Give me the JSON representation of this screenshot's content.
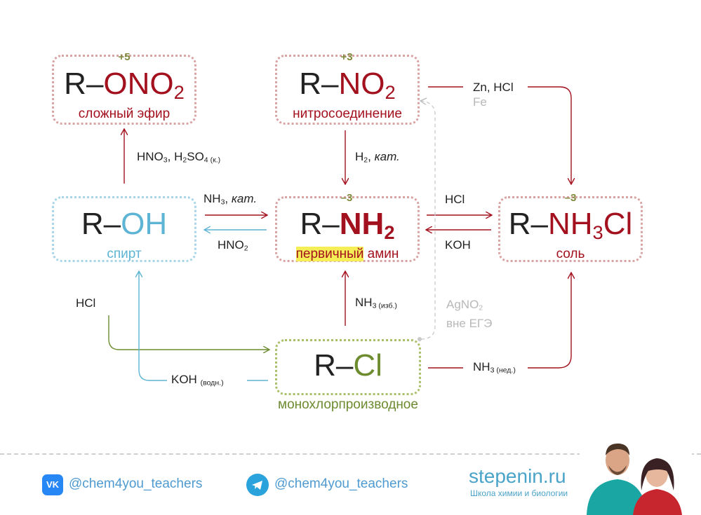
{
  "nodes": {
    "ester": {
      "ox": "+5",
      "prefix": "R–",
      "main": "ONO",
      "sub": "2",
      "caption": "сложный эфир"
    },
    "nitro": {
      "ox": "+3",
      "prefix": "R–",
      "main": "NO",
      "sub": "2",
      "caption": "нитросоединение"
    },
    "alcohol": {
      "prefix": "R–",
      "main": "OH",
      "caption": "спирт"
    },
    "amine": {
      "ox": "–3",
      "prefix": "R–",
      "main": "NH",
      "sub": "2",
      "caption_hl": "первичный",
      "caption_rest": " амин"
    },
    "salt": {
      "ox": "–3",
      "prefix": "R–",
      "main": "NH",
      "sub": "3",
      "main2": "Cl",
      "caption": "соль"
    },
    "chloride": {
      "prefix": "R–",
      "main": "Cl",
      "caption": "монохлорпроизводное"
    }
  },
  "reagents": {
    "alcohol_to_ester": {
      "a": "HNO",
      "a_sub": "3",
      "b": ", H",
      "b_sub": "2",
      "c": "SO",
      "c_sub": "4 (к.)"
    },
    "nitro_to_amine": {
      "a": "H",
      "a_sub": "2",
      "b": ", ",
      "italic": "кат."
    },
    "nitro_to_salt": {
      "line1": "Zn, HCl",
      "line2": "Fe"
    },
    "alcohol_to_amine": {
      "a": "NH",
      "a_sub": "3",
      "b": ", ",
      "italic": "кат."
    },
    "amine_to_alcohol": {
      "a": "HNO",
      "a_sub": "2"
    },
    "amine_to_salt": {
      "text": "HCl"
    },
    "salt_to_amine": {
      "text": "KOH"
    },
    "chloride_to_amine": {
      "a": "NH",
      "a_sub": "3 (изб.)"
    },
    "chloride_to_nitro": {
      "a": "AgNO",
      "a_sub": "2",
      "line2": "вне ЕГЭ"
    },
    "chloride_to_salt": {
      "a": "NH",
      "a_sub": "3 (нед.)"
    },
    "alcohol_to_chloride": {
      "text": "HCl"
    },
    "chloride_to_alcohol": {
      "a": "KOH",
      "a_sub": "(водн.)"
    }
  },
  "footer": {
    "vk_icon": "vk-icon",
    "vk_handle": "@chem4you_teachers",
    "tg_icon": "telegram-icon",
    "tg_handle": "@chem4you_teachers",
    "brand": "stepenin.ru",
    "brand_tagline": "Школа химии и биологии"
  },
  "colors": {
    "red": "#a3111e",
    "blue": "#5db4d4",
    "green": "#6d8b2f",
    "gray": "#b8b8b8",
    "ox_state": "#7f8a3c",
    "highlight": "#f5ee57"
  }
}
